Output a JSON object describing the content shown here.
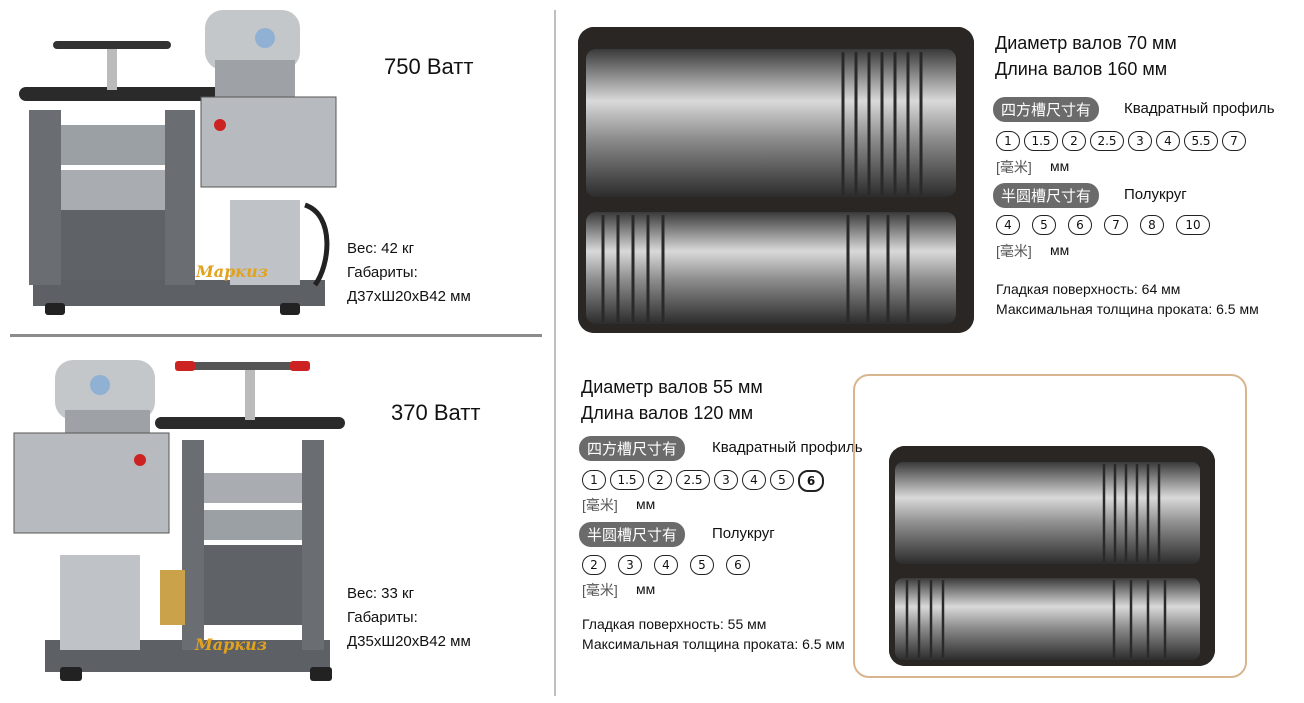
{
  "machines": [
    {
      "power": "750 Ватт",
      "weight": "Вес: 42 кг",
      "dims_label": "Габариты:",
      "dims": "Д37хШ20хВ42 мм",
      "logo": "Маркиз"
    },
    {
      "power": "370 Ватт",
      "weight": "Вес: 33 кг",
      "dims_label": "Габариты:",
      "dims": "Д35хШ20хВ42 мм",
      "logo": "Маркиз"
    }
  ],
  "roller_large": {
    "diameter": "Диаметр валов 70 мм",
    "length": "Длина валов 160 мм",
    "square_badge": "四方槽尺寸有",
    "square_label": "Квадратный профиль",
    "square_sizes": [
      "1",
      "1.5",
      "2",
      "2.5",
      "3",
      "4",
      "5.5",
      "7"
    ],
    "square_unit_cn": "[毫米]",
    "square_unit": "мм",
    "round_badge": "半圆槽尺寸有",
    "round_label": "Полукруг",
    "round_sizes": [
      "4",
      "5",
      "6",
      "7",
      "8",
      "10"
    ],
    "round_unit_cn": "[毫米]",
    "round_unit": "мм",
    "smooth": "Гладкая поверхность: 64 мм",
    "max_thickness": "Максимальная толщина проката: 6.5 мм"
  },
  "roller_small": {
    "diameter": "Диаметр валов 55 мм",
    "length": "Длина валов 120 мм",
    "square_badge": "四方槽尺寸有",
    "square_label": "Квадратный профиль",
    "square_sizes": [
      "1",
      "1.5",
      "2",
      "2.5",
      "3",
      "4",
      "5",
      "6"
    ],
    "square_unit_cn": "[毫米]",
    "square_unit": "мм",
    "round_badge": "半圆槽尺寸有",
    "round_label": "Полукруг",
    "round_sizes": [
      "2",
      "3",
      "4",
      "5",
      "6"
    ],
    "round_unit_cn": "[毫米]",
    "round_unit": "мм",
    "smooth": "Гладкая поверхность: 55 мм",
    "max_thickness": "Максимальная толщина проката: 6.5 мм"
  },
  "colors": {
    "divider": "#bfbfbf",
    "badge": "#6b6b6b",
    "frame": "#d8b58f",
    "logo": "#e2a21e"
  }
}
